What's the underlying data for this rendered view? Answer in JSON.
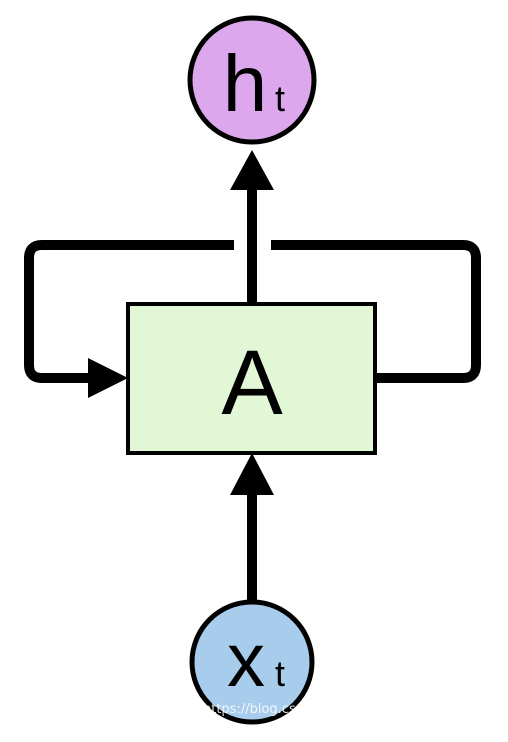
{
  "nodes": {
    "output": {
      "main": "h",
      "sub": "t",
      "fill": "#DDA7ED"
    },
    "cell": {
      "label": "A",
      "fill": "#E1F7D5"
    },
    "input": {
      "main": "x",
      "sub": "t",
      "fill": "#A8CCEC"
    }
  },
  "colors": {
    "stroke": "#000000",
    "background": "#FFFFFF"
  },
  "watermark": "https://blog.cs"
}
